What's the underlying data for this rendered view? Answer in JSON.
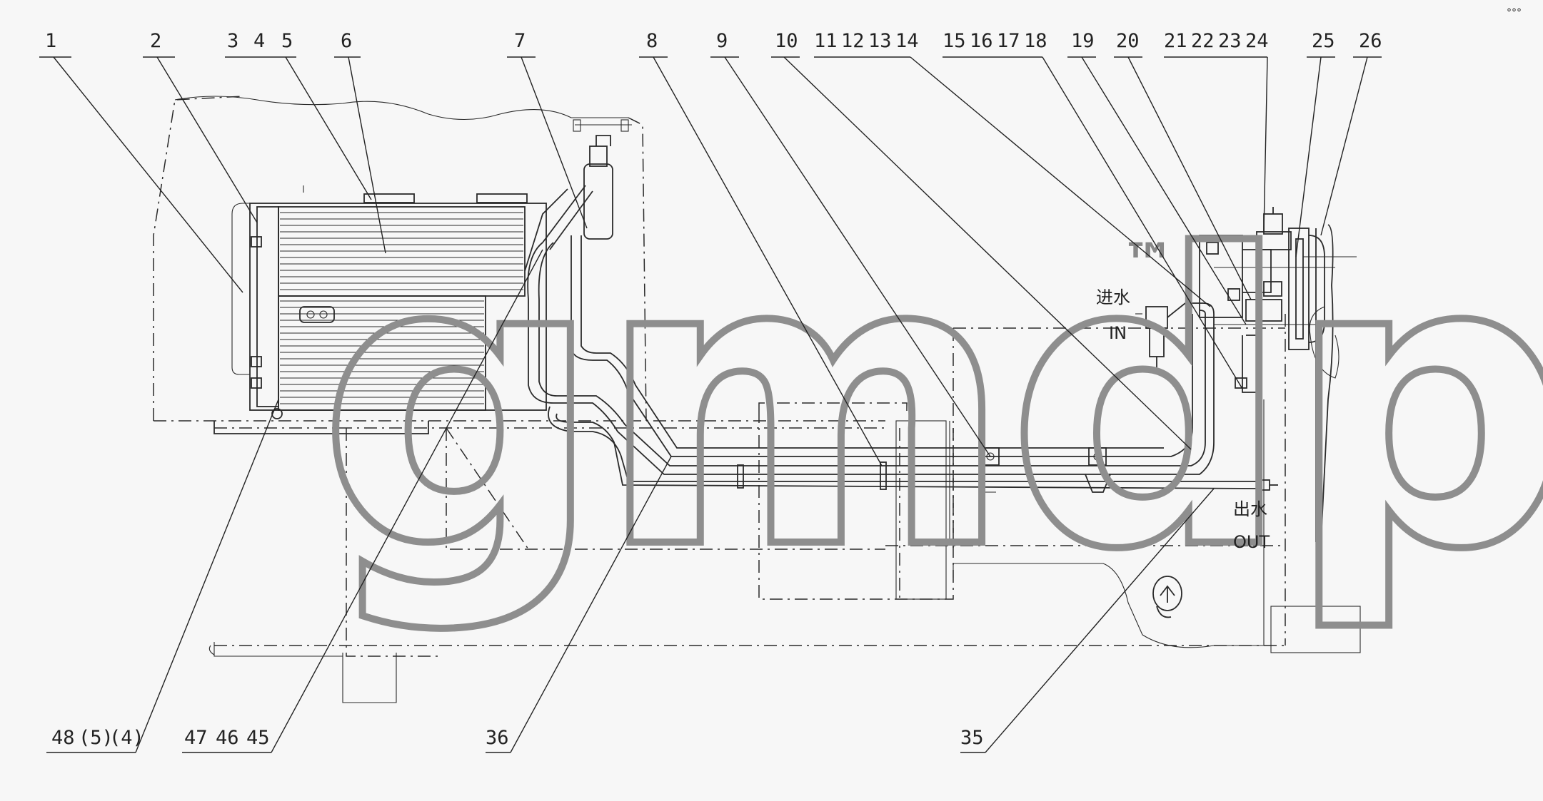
{
  "callouts_top": [
    "1",
    "2",
    "3",
    "4",
    "5",
    "6",
    "7",
    "8",
    "9",
    "10",
    "11",
    "12",
    "13",
    "14",
    "15",
    "16",
    "17",
    "18",
    "19",
    "20",
    "21",
    "22",
    "23",
    "24",
    "25",
    "26"
  ],
  "callouts_bottom": {
    "g1": [
      "48",
      "(5)",
      "(4)"
    ],
    "g2": [
      "47",
      "46",
      "45"
    ],
    "g3": "36",
    "g4": "35"
  },
  "ports": {
    "inlet_cn": "进水",
    "inlet_en": "IN",
    "outlet_cn": "出水",
    "outlet_en": "OUT"
  },
  "watermark": {
    "text": "gmdp",
    "tm": "™",
    "color": "#8e8e8e"
  },
  "colors": {
    "line": "#2a2a2a",
    "background": "#f7f7f7"
  }
}
